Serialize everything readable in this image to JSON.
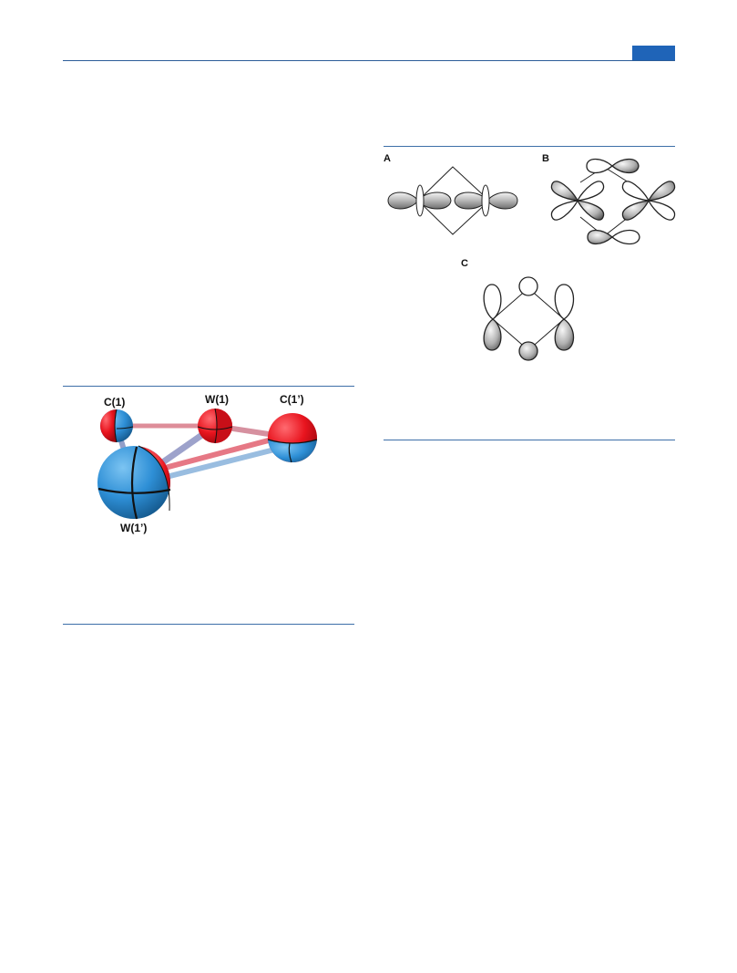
{
  "figure_left": {
    "atoms": {
      "c1": "C(1)",
      "w1": "W(1)",
      "c1p": "C(1’)",
      "w1p": "W(1’)"
    }
  },
  "figure_right": {
    "panels": {
      "a": "A",
      "b": "B",
      "c": "C"
    }
  },
  "colors": {
    "accent": "#1f64b8",
    "rule": "#3d6fa8",
    "atom_blue": "#2e8fd6",
    "atom_red": "#e8141e"
  }
}
